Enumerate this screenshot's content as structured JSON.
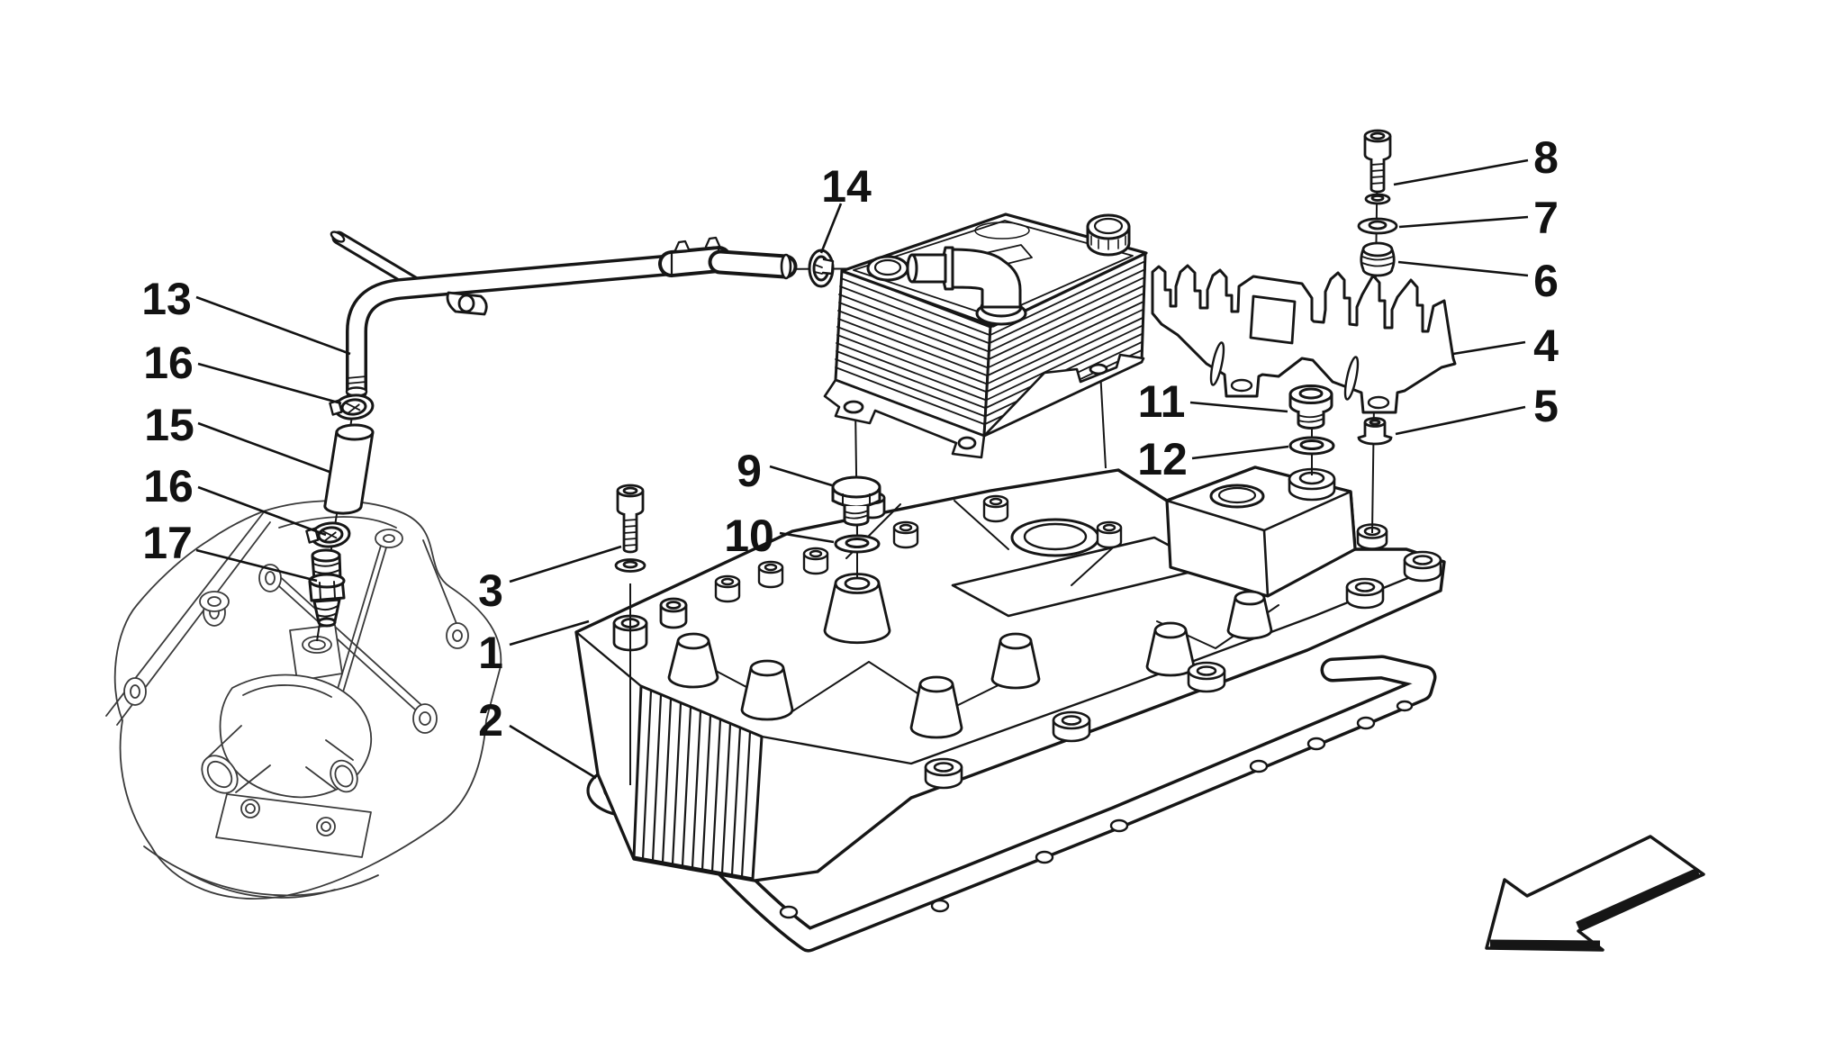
{
  "diagram": {
    "type": "exploded-parts-diagram",
    "background_color": "#ffffff",
    "line_color": "#161616",
    "background_line_color": "#3a3a3a",
    "callouts": {
      "c1": {
        "label": "1"
      },
      "c2": {
        "label": "2"
      },
      "c3": {
        "label": "3"
      },
      "c4": {
        "label": "4"
      },
      "c5": {
        "label": "5"
      },
      "c6": {
        "label": "6"
      },
      "c7": {
        "label": "7"
      },
      "c8": {
        "label": "8"
      },
      "c9": {
        "label": "9"
      },
      "c10": {
        "label": "10"
      },
      "c11": {
        "label": "11"
      },
      "c12": {
        "label": "12"
      },
      "c13": {
        "label": "13"
      },
      "c14": {
        "label": "14"
      },
      "c15": {
        "label": "15"
      },
      "c16a": {
        "label": "16"
      },
      "c16b": {
        "label": "16"
      },
      "c17": {
        "label": "17"
      }
    }
  }
}
